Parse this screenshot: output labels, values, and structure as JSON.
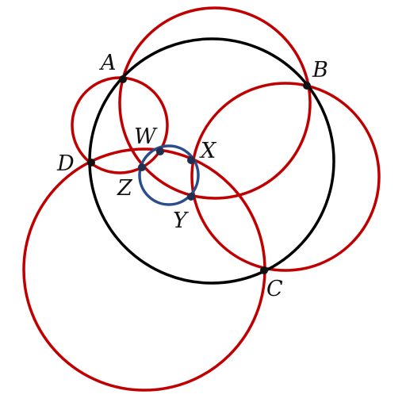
{
  "colors": {
    "main_circle": "#000000",
    "red_circles": "#c00000",
    "blue_circle": "#2b4d8c",
    "point_fill": "#1f2f4f"
  },
  "labels": {
    "A": "A",
    "B": "B",
    "C": "C",
    "D": "D",
    "W": "W",
    "X": "X",
    "Y": "Y",
    "Z": "Z"
  }
}
